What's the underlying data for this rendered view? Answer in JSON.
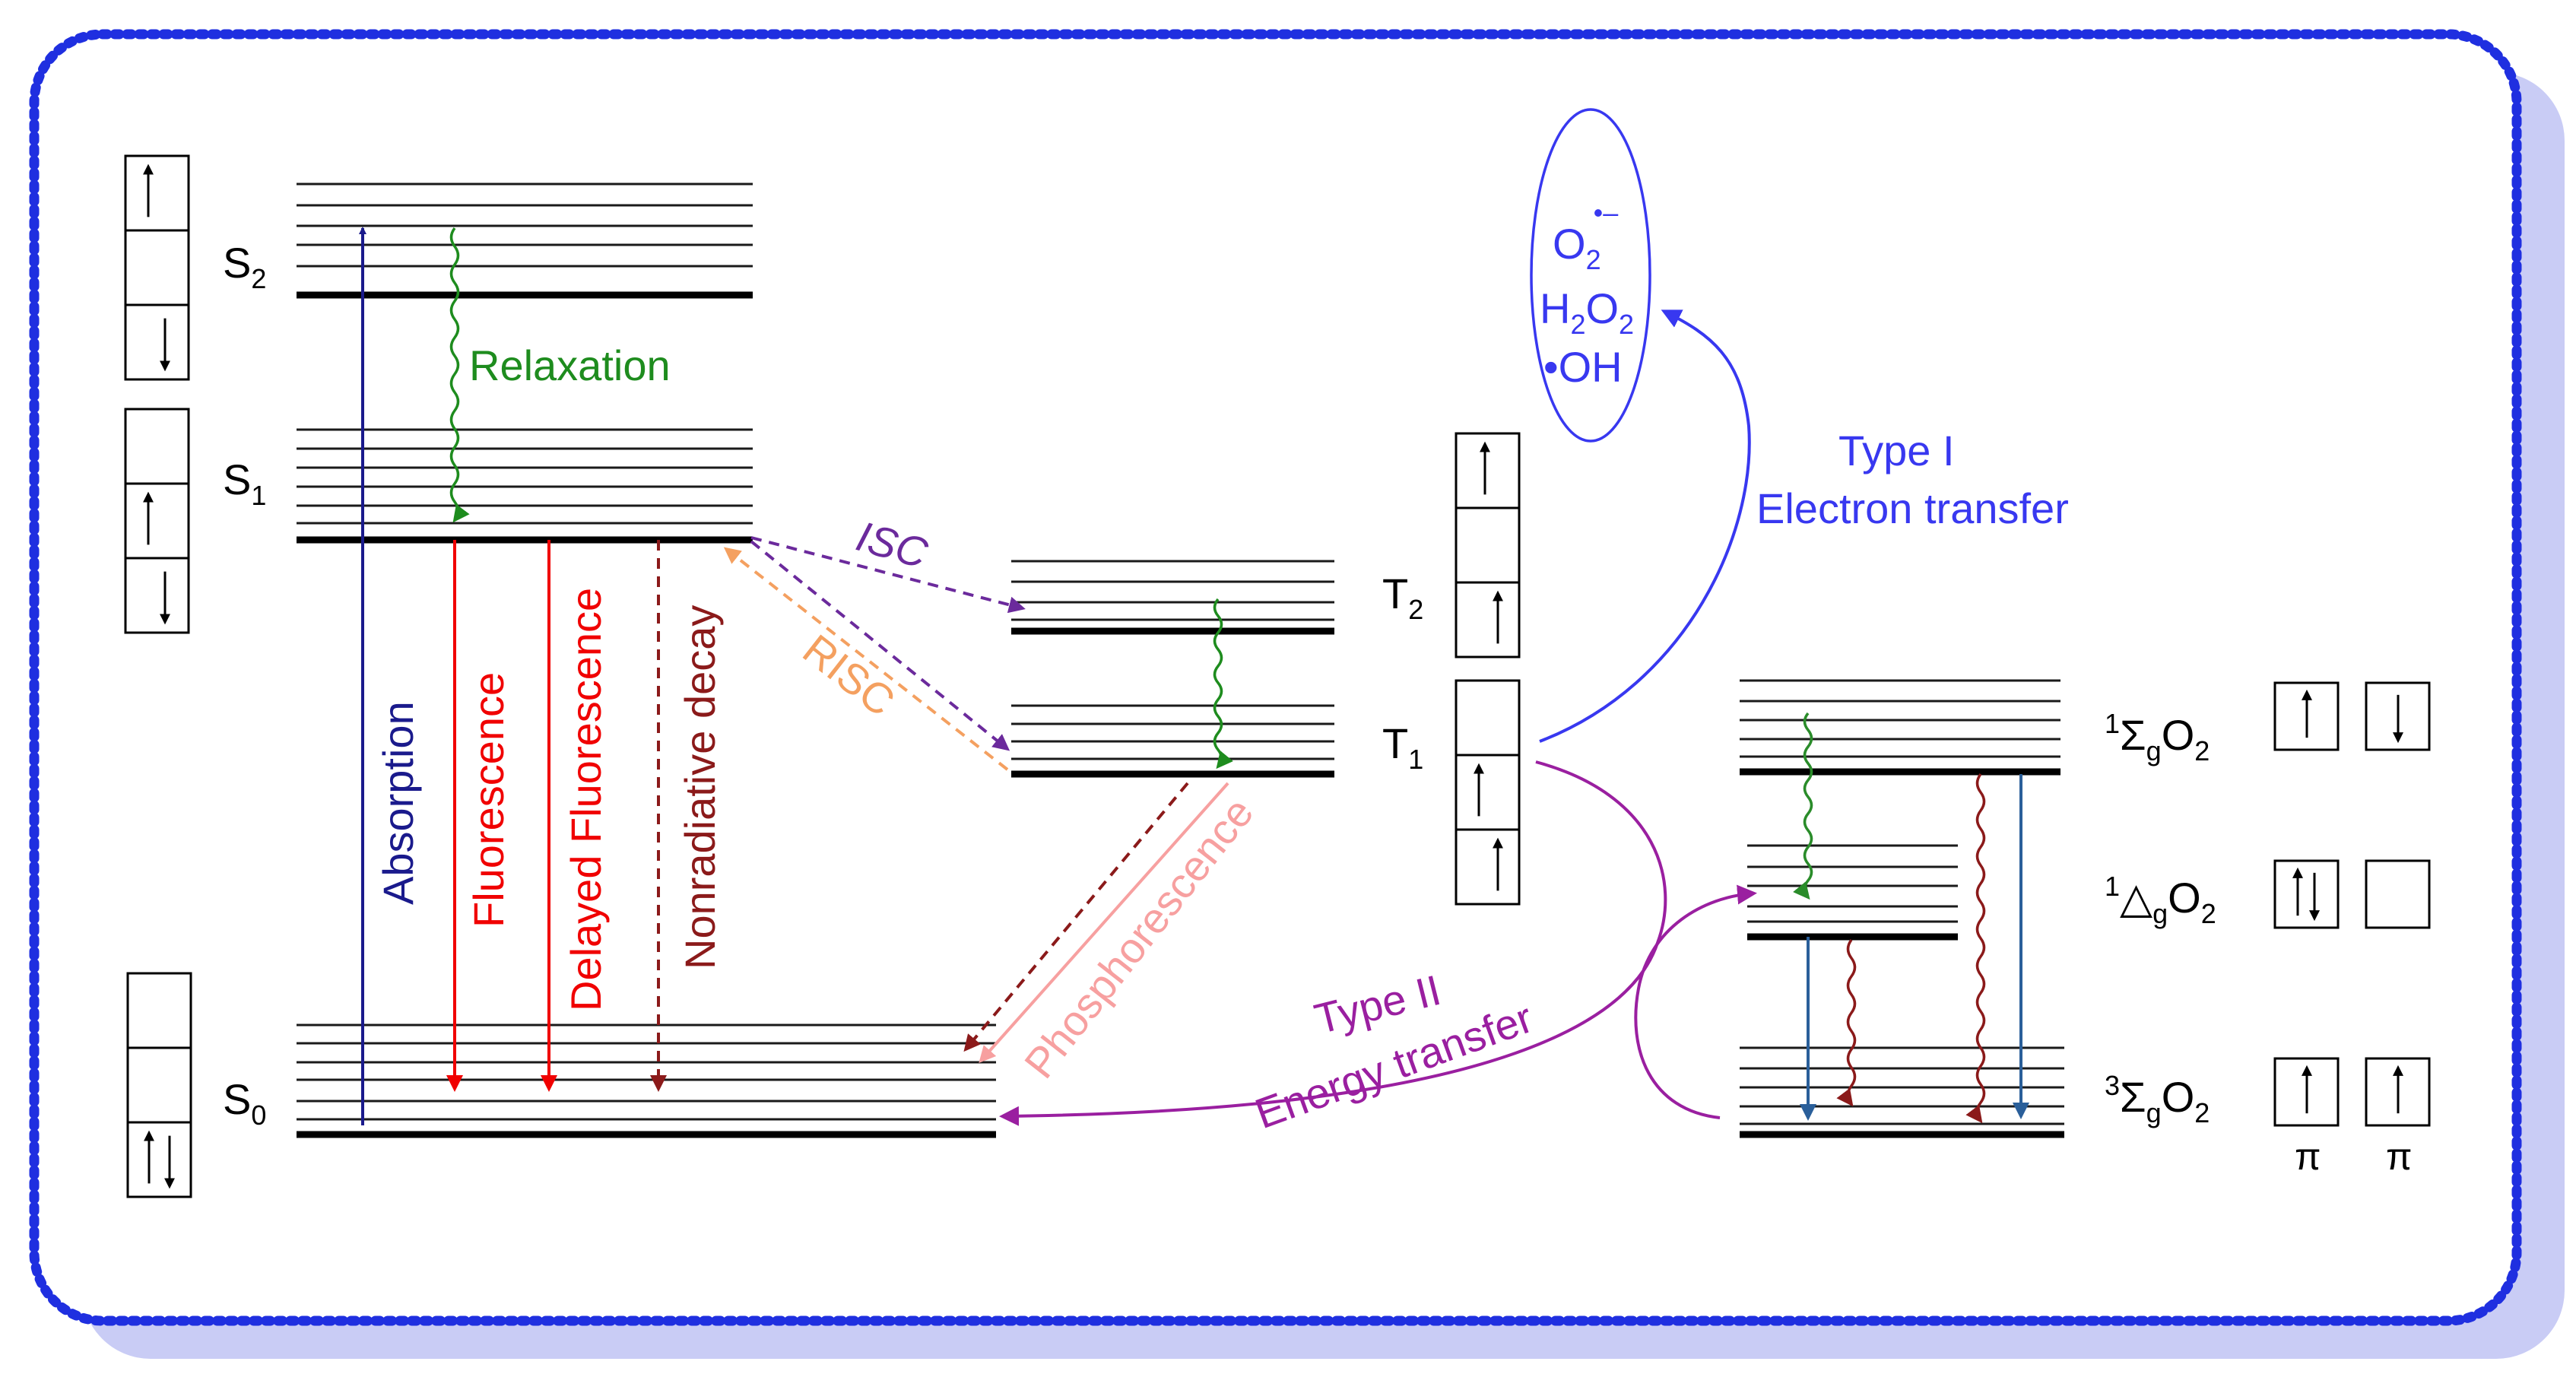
{
  "colors": {
    "frame_border": "#1f2fe0",
    "frame_shadow": "#c9ccf5",
    "level": "#1a1a1a",
    "absorption": "#1a1a8c",
    "relaxation": "#1e8c1e",
    "fluorescence": "#f00000",
    "delayed_fluorescence": "#f00000",
    "nonradiative": "#8b1a1a",
    "isc": "#6b2a9c",
    "risc": "#f4a060",
    "phosphorescence": "#f7a0a0",
    "type1": "#3838f0",
    "type2": "#9a1fa0",
    "o2_transition_blue": "#2a5f9a",
    "o2_transition_green": "#2a8c2a",
    "o2_transition_red": "#8b1a1a"
  },
  "states": {
    "S2": {
      "letter": "S",
      "sub": "2"
    },
    "S1": {
      "letter": "S",
      "sub": "1"
    },
    "S0": {
      "letter": "S",
      "sub": "0"
    },
    "T2": {
      "letter": "T",
      "sub": "2"
    },
    "T1": {
      "letter": "T",
      "sub": "1"
    }
  },
  "processes": {
    "relaxation": "Relaxation",
    "absorption": "Absorption",
    "fluorescence": "Fluorescence",
    "delayed_fluorescence": "Delayed Fluorescence",
    "nonradiative": "Nonradiative decay",
    "isc": "ISC",
    "risc": "RISC",
    "phosphorescence": "Phosphorescence"
  },
  "type1": {
    "line1": "Type I",
    "line2": "Electron transfer"
  },
  "type2": {
    "line1": "Type II",
    "line2": "Energy transfer"
  },
  "ros": {
    "superoxide": {
      "main": "O",
      "sub": "2",
      "sup": "•–"
    },
    "peroxide": {
      "h": "H",
      "h_sub": "2",
      "o": "O",
      "o_sub": "2"
    },
    "hydroxyl": "•OH"
  },
  "oxygen_states": {
    "singlet_sigma": {
      "mult": "1",
      "sym": "Σ",
      "g": "g",
      "o": "O",
      "o_sub": "2"
    },
    "singlet_delta": {
      "mult": "1",
      "sym": "△",
      "g": "g",
      "o": "O",
      "o_sub": "2"
    },
    "triplet_sigma": {
      "mult": "3",
      "sym": "Σ",
      "g": "g",
      "o": "O",
      "o_sub": "2"
    }
  },
  "orbital_label": "π"
}
